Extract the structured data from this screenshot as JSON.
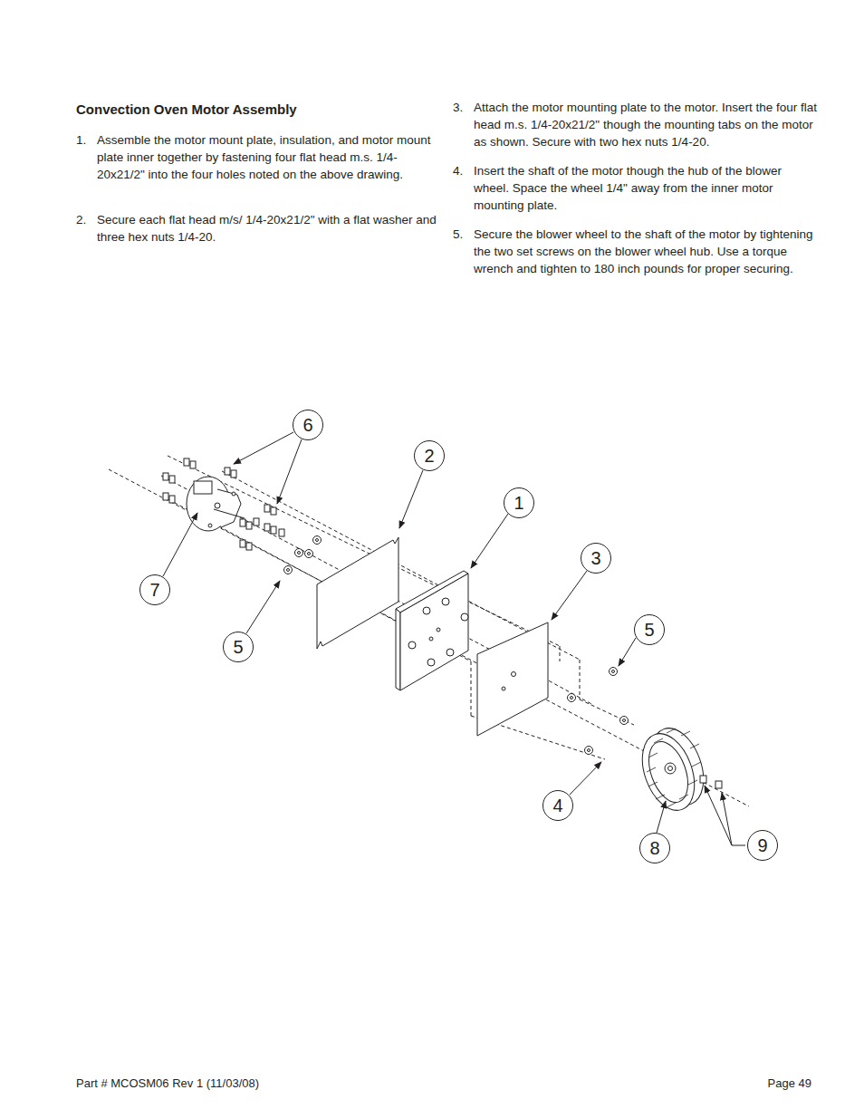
{
  "diagram": {
    "title": "Convection Oven Motor Assembly",
    "nodes": [
      {
        "text": [
          "6"
        ]
      },
      {
        "text": [
          "2"
        ]
      },
      {
        "text": [
          "1"
        ]
      },
      {
        "text": [
          "3"
        ]
      },
      {
        "text": [
          "7"
        ]
      },
      {
        "text": [
          "5"
        ]
      },
      {
        "text": [
          "5"
        ]
      },
      {
        "text": [
          "4"
        ]
      },
      {
        "text": [
          "9"
        ]
      },
      {
        "text": [
          "8"
        ]
      }
    ],
    "labels": [
      "1.",
      "Assemble the motor mount plate, insulation, and motor mount plate inner together by fastening four flat head m.s. 1/4-20x21/2\" into the four holes noted on the above drawing.",
      "2.",
      "Secure each flat head m/s/ 1/4-20x21/2\" with a flat washer and three hex nuts 1/4-20.",
      "3.",
      "Attach the motor mounting plate to the motor. Insert the four flat head m.s. 1/4-20x21/2\" though the mounting tabs on the motor as shown. Secure with two hex nuts 1/4-20.",
      "4.",
      "Insert the shaft of the motor though the hub of the blower wheel. Space the wheel 1/4\" away from the inner motor mounting plate.",
      "5.",
      "Secure the blower wheel to the shaft of the motor by tightening the two set screws on the blower wheel hub. Use a torque wrench and tighten to 180 inch pounds for proper securing.",
      "Part # MCOSM06 Rev 1 (11/03/08)",
      "Page 49"
    ]
  }
}
